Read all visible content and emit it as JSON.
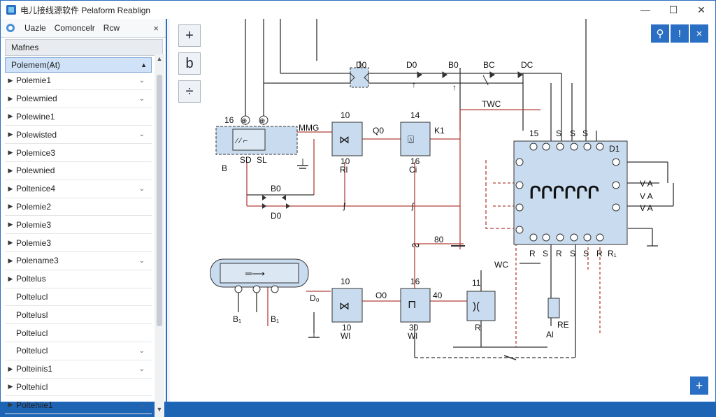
{
  "window": {
    "title": "电儿接线源软件 Pelaform Reablign"
  },
  "left_panel": {
    "toolbar": {
      "items": [
        "Uazle",
        "Comoncelr",
        "Rcw"
      ],
      "close": "×"
    },
    "header": "Mafnes",
    "selected": "Polemem(Ѧt)",
    "rows": [
      {
        "label": "Polemie1",
        "arrow": true,
        "chevron": true
      },
      {
        "label": "Polewmied",
        "arrow": true,
        "chevron": true
      },
      {
        "label": "Polewine1",
        "arrow": true,
        "chevron": false
      },
      {
        "label": "Polewisted",
        "arrow": true,
        "chevron": true
      },
      {
        "label": "Polemice3",
        "arrow": true,
        "chevron": false
      },
      {
        "label": "Polewnied",
        "arrow": true,
        "chevron": false
      },
      {
        "label": "Poltenice4",
        "arrow": true,
        "chevron": true
      },
      {
        "label": "Polemie2",
        "arrow": true,
        "chevron": false
      },
      {
        "label": "Polemie3",
        "arrow": true,
        "chevron": false
      },
      {
        "label": "Polemie3",
        "arrow": true,
        "chevron": false
      },
      {
        "label": "Polename3",
        "arrow": true,
        "chevron": true
      },
      {
        "label": "Poltelus",
        "arrow": true,
        "chevron": false
      },
      {
        "label": "Poltelucl",
        "arrow": false,
        "chevron": false
      },
      {
        "label": "Poltelusl",
        "arrow": false,
        "chevron": false
      },
      {
        "label": "Poltelucl",
        "arrow": false,
        "chevron": false
      },
      {
        "label": "Poltelucl",
        "arrow": false,
        "chevron": true
      },
      {
        "label": "Polteinis1",
        "arrow": true,
        "chevron": true
      },
      {
        "label": "Poltehicl",
        "arrow": true,
        "chevron": false
      },
      {
        "label": "Poltehiie1",
        "arrow": true,
        "chevron": true
      }
    ]
  },
  "canvas": {
    "tools": [
      "+",
      "b",
      "÷"
    ],
    "top_tools": [
      "⚲",
      "!",
      "×"
    ],
    "add": "+",
    "labels": {
      "d0_top": "D0",
      "d0_top2": "D0",
      "b0_top": "B0",
      "bc_top": "BC",
      "dc_top": "DC",
      "n16a": "16",
      "mmg": "MMG",
      "n10a": "10",
      "n10b": "10",
      "q0": "Q0",
      "n14": "14",
      "k1": "K1",
      "twc": "TWC",
      "n15": "15",
      "s1": "S",
      "s2": "S",
      "s3": "S",
      "d1": "D1",
      "b_left": "B",
      "sd": "SD",
      "sl": "SL",
      "rl": "Rl",
      "n16b": "16",
      "ci": "Ci",
      "b0_mid": "B0",
      "d0_mid": "D0",
      "n80": "80",
      "wc": "WC",
      "n10c": "10",
      "n16c": "16",
      "n40": "40",
      "d_l": "D₀",
      "o0": "O0",
      "b1": "B₁",
      "b2": "B₁",
      "n10d": "10",
      "wl1": "Wl",
      "n30": "30",
      "wl2": "Wl",
      "rb": "R",
      "re": "RE",
      "al": "Al",
      "r1": "R",
      "s4": "S",
      "r2": "R",
      "s5": "S",
      "s6": "S",
      "r3": "R",
      "r4": "R₁",
      "va1": "V A",
      "va2": "V A",
      "va3": "V A",
      "n11": "11"
    }
  },
  "colors": {
    "accent": "#2b6fc4",
    "wire": "#b3403a",
    "wire_dark": "#333333",
    "component_fill": "#c9dcef"
  }
}
